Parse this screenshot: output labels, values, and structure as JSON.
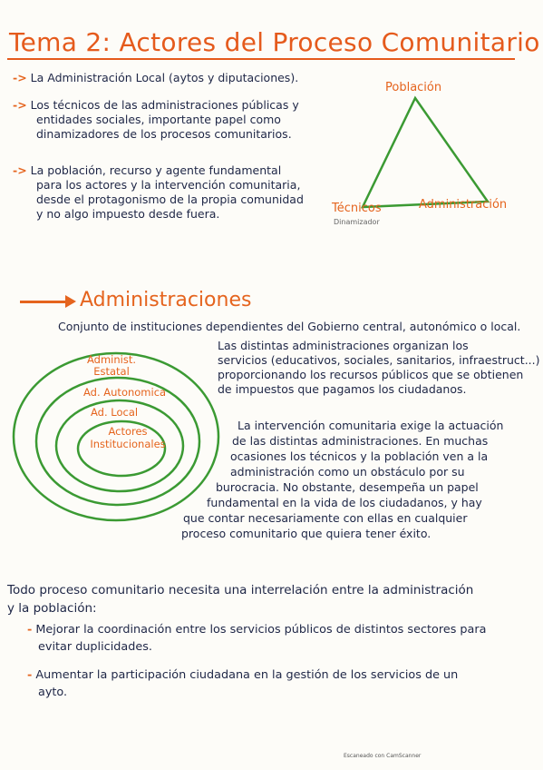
{
  "title": "Tema 2: Actores del Proceso Comunitario",
  "intro_bullets": [
    {
      "arrow": "->",
      "lines": [
        "La Administración Local (aytos y diputaciones)."
      ]
    },
    {
      "arrow": "->",
      "lines": [
        "Los técnicos de las administraciones públicas y",
        "entidades sociales, importante papel como",
        "dinamizadores de los procesos comunitarios."
      ]
    },
    {
      "arrow": "->",
      "lines": [
        "La población, recurso y agente fundamental",
        "para los actores y la intervención comunitaria,",
        "desde el protagonismo de la propia comunidad",
        "y no algo impuesto desde fuera."
      ]
    }
  ],
  "triangle": {
    "top": "Población",
    "bottom_left": "Técnicos",
    "bottom_left_sub": "Dinamizador",
    "bottom_right": "Administración",
    "line_color": "#3b9a33"
  },
  "section2": {
    "heading": "Administraciones",
    "definition": "Conjunto de instituciones dependientes del Gobierno central, autonómico o local.",
    "paragraph1": [
      "Las distintas administraciones organizan los",
      "servicios (educativos, sociales, sanitarios, infraestruct...)",
      "proporcionando los recursos públicos que se obtienen",
      "de impuestos que pagamos los ciudadanos."
    ],
    "paragraph2": [
      "La intervención comunitaria exige la actuación",
      "de las distintas administraciones. En muchas",
      "ocasiones los técnicos y la población ven a la",
      "administración como un obstáculo por su",
      "burocracia. No obstante, desempeña un papel",
      "fundamental en la vida de los ciudadanos, y hay",
      "que contar necesariamente con ellas en cualquier",
      "proceso comunitario que quiera tener éxito."
    ],
    "rings": [
      "Administ. Estatal",
      "Ad. Autonomica",
      "Ad. Local",
      "Actores Institucionales"
    ],
    "ring_color": "#3b9a33"
  },
  "closing": {
    "lines": [
      "Todo proceso comunitario necesita una interrelación entre la administración",
      "y la población:"
    ],
    "bullets": [
      {
        "dash": "-",
        "lines": [
          "Mejorar la coordinación entre los servicios públicos de distintos sectores para",
          "evitar duplicidades."
        ]
      },
      {
        "dash": "-",
        "lines": [
          "Aumentar la participación ciudadana en la gestión de los servicios de un",
          "ayto."
        ]
      }
    ]
  },
  "footer": "Escaneado con CamScanner",
  "colors": {
    "accent": "#e5641e",
    "ink": "#1f2a48",
    "green": "#3b9a33",
    "highlight": "#f7e85f"
  }
}
